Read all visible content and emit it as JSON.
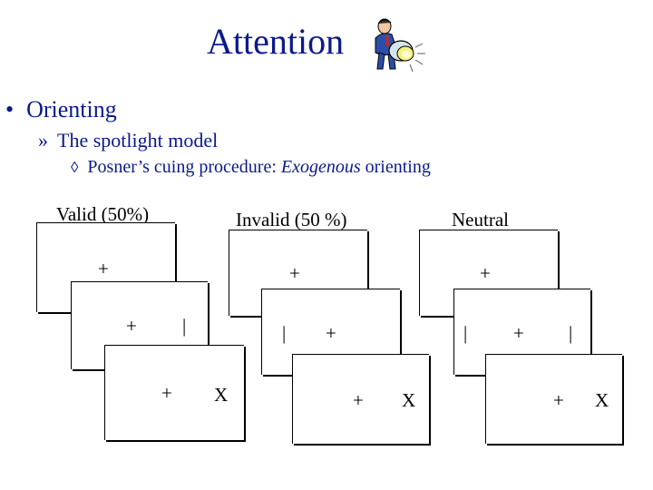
{
  "slide": {
    "title": "Attention",
    "bullet_1": "Orienting",
    "bullet_1_marker": "•",
    "sub_1_marker": "»",
    "sub_1": "The spotlight model",
    "sub_2_marker": "◊",
    "sub_2_prefix": "Posner’s cuing procedure: ",
    "sub_2_italic": "Exogenous",
    "sub_2_suffix": " orienting"
  },
  "conditions": {
    "valid": {
      "label": "Valid (50%)",
      "frame_1": {
        "fixation": "+"
      },
      "frame_2": {
        "fixation": "+",
        "cue": "|"
      },
      "frame_3": {
        "fixation": "+",
        "target": "X"
      }
    },
    "invalid": {
      "label": "Invalid (50 %)",
      "frame_1": {
        "fixation": "+"
      },
      "frame_2": {
        "cue": "|",
        "fixation": "+"
      },
      "frame_3": {
        "fixation": "+",
        "target": "X"
      }
    },
    "neutral": {
      "label": "Neutral",
      "frame_1": {
        "fixation": "+"
      },
      "frame_2": {
        "cue_left": "|",
        "fixation": "+",
        "cue_right": "|"
      },
      "frame_3": {
        "fixation": "+",
        "target": "X"
      }
    }
  },
  "clipart_icon": "person-with-spotlight-icon"
}
